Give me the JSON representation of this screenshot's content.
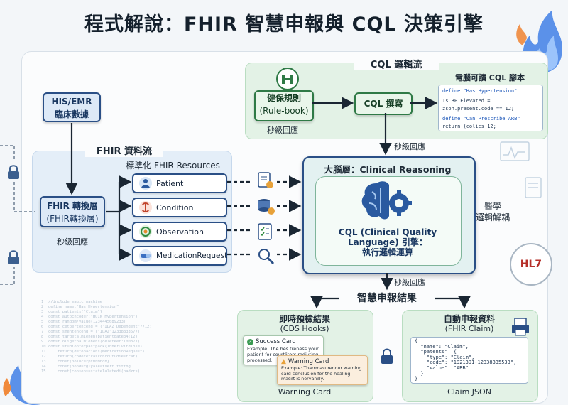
{
  "title": "程式解說：FHIR 智慧申報與 CQL 決策引擎",
  "colors": {
    "navy": "#1a3a6b",
    "green_panel": "#e3f2e6",
    "blue_panel": "#e4eef8",
    "warning": "#e8a23a",
    "success": "#3a9a52"
  },
  "his": {
    "line1": "HIS/EMR",
    "line2": "臨床數據"
  },
  "fhir_flow": {
    "title": "FHIR 資料流",
    "converter_line1": "FHIR 轉換層",
    "converter_line2": "(FHIR轉換層)",
    "latency": "秒級回應",
    "resources_title": "標準化 FHIR Resources",
    "resources": [
      "Patient",
      "Condition",
      "Observation",
      "MedicationRequest"
    ]
  },
  "cql_flow": {
    "title": "CQL 邏輯流",
    "rulebook_line1": "健保規則",
    "rulebook_line2": "(Rule-book)",
    "rulebook_latency": "秒級回應",
    "cql_box": "CQL 撰寫",
    "script_title": "電腦可讀 CQL 腳本",
    "script": [
      "define \"Has Hypertension\"",
      "Is BP Elevated =",
      "zson.present.code == 12;",
      "define \"Can Prescribe ARB\"",
      "  return (colics 12;"
    ],
    "latency_below": "秒級回應"
  },
  "brain": {
    "title": "大腦層：Clinical Reasoning Module",
    "engine_line1": "CQL (Clinical Quality",
    "engine_line2": "Language) 引擎：",
    "engine_line3": "執行邏輯運算",
    "side_line1": "醫學",
    "side_line2": "邏輯解耦",
    "latency_below": "秒級回應"
  },
  "results": {
    "title": "智慧申報結果",
    "left_title1": "即時預檢結果",
    "left_title2": "(CDS Hooks)",
    "success_title": "Success Card",
    "success_text": "Example: The hes treness your patient for courtlitors rodivting processed.",
    "warning_title": "Warning Card",
    "warning_text": "Example: Tharrmasurenour warning card conclusion for the healing masilt is nervanilly.",
    "left_caption": "Warning Card",
    "right_title1": "自動申報資料",
    "right_title2": "(FHIR Claim)",
    "claim_json": [
      "{",
      "  \"name\": \"Claim\",",
      "  \"patents\": {",
      "    \"type\": \"Claim\",",
      "    \"code\": \"1921391-12338335533\",",
      "    \"value\": \"ARB\"",
      "  }",
      "}"
    ],
    "right_caption": "Claim JSON"
  },
  "badge": {
    "text": "HL7"
  }
}
